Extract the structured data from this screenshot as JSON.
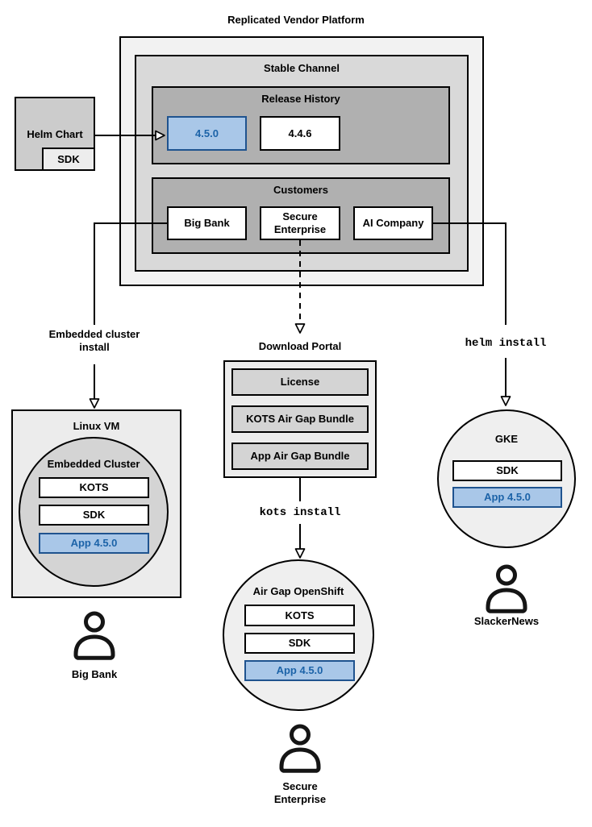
{
  "diagram_title": "Replicated Vendor Platform",
  "platform": {
    "stable_channel": {
      "title": "Stable Channel",
      "release_history": {
        "title": "Release History",
        "releases": [
          {
            "version": "4.5.0",
            "highlighted": true
          },
          {
            "version": "4.4.6",
            "highlighted": false
          }
        ]
      },
      "customers": {
        "title": "Customers",
        "items": [
          {
            "name": "Big Bank"
          },
          {
            "name": "Secure Enterprise"
          },
          {
            "name": "AI Company"
          }
        ]
      }
    }
  },
  "helm_chart": {
    "label": "Helm Chart",
    "sdk_label": "SDK"
  },
  "left_flow": {
    "install_method": "Embedded cluster\ninstall",
    "environment_title": "Linux VM",
    "cluster_title": "Embedded Cluster",
    "components": {
      "kots": "KOTS",
      "sdk": "SDK",
      "app": "App 4.5.0"
    },
    "user": "Big Bank"
  },
  "middle_flow": {
    "portal_title": "Download Portal",
    "portal_items": [
      "License",
      "KOTS Air Gap Bundle",
      "App Air Gap Bundle"
    ],
    "install_method": "kots install",
    "cluster_title": "Air Gap OpenShift",
    "components": {
      "kots": "KOTS",
      "sdk": "SDK",
      "app": "App 4.5.0"
    },
    "user": "Secure\nEnterprise"
  },
  "right_flow": {
    "install_method": "helm install",
    "cluster_title": "GKE",
    "components": {
      "sdk": "SDK",
      "app": "App 4.5.0"
    },
    "user": "SlackerNews"
  },
  "colors": {
    "highlight_fill": "#a9c7e8",
    "highlight_border": "#1f538f",
    "highlight_text": "#1c63a8",
    "platform_fill": "#f2f2f2",
    "channel_fill": "#d9d9d9",
    "group_fill": "#b0b0b0",
    "line": "#000000"
  }
}
